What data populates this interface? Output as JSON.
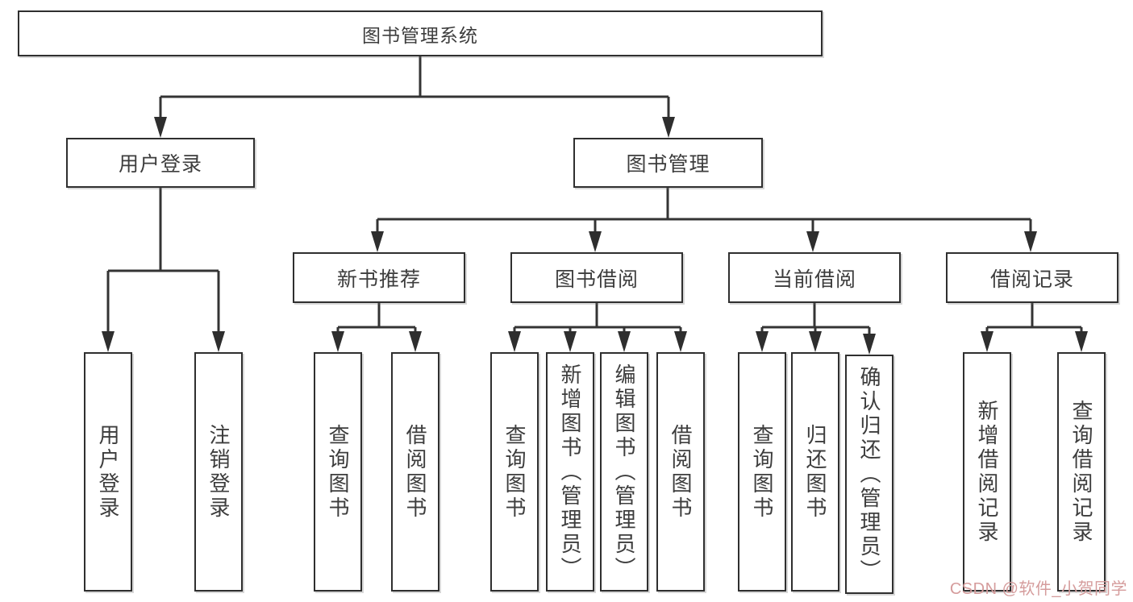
{
  "diagram": {
    "root": {
      "label": "图书管理系统"
    },
    "branches": [
      {
        "label": "用户登录",
        "children": [
          {
            "label": "用户登录"
          },
          {
            "label": "注销登录"
          }
        ]
      },
      {
        "label": "图书管理",
        "children": [
          {
            "label": "新书推荐",
            "children": [
              {
                "label": "查询图书"
              },
              {
                "label": "借阅图书"
              }
            ]
          },
          {
            "label": "图书借阅",
            "children": [
              {
                "label": "查询图书"
              },
              {
                "label": "新增图书（管理员）"
              },
              {
                "label": "编辑图书（管理员）"
              },
              {
                "label": "借阅图书"
              }
            ]
          },
          {
            "label": "当前借阅",
            "children": [
              {
                "label": "查询图书"
              },
              {
                "label": "归还图书"
              },
              {
                "label": "确认归还（管理员）"
              }
            ]
          },
          {
            "label": "借阅记录",
            "children": [
              {
                "label": "新增借阅记录"
              },
              {
                "label": "查询借阅记录"
              }
            ]
          }
        ]
      }
    ],
    "watermark": {
      "text": "CSDN @软件_小贺同学",
      "color": "#d59c9c"
    },
    "colors": {
      "line": "#343434",
      "box_border": "#2f2f2f",
      "text": "#3d3d3d",
      "background": "#ffffff"
    }
  }
}
